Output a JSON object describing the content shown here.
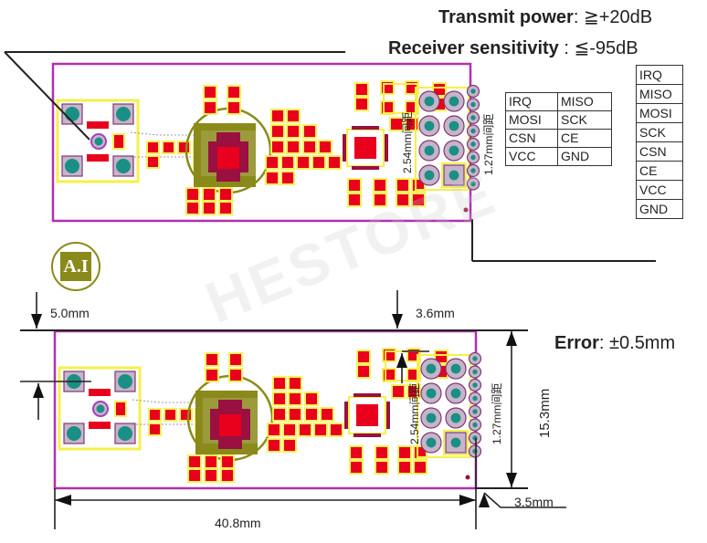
{
  "specs": {
    "transmit_power": {
      "label": "Transmit power",
      "sep": ":",
      "value": "≧+20dB"
    },
    "receiver_sensitivity": {
      "label": "Receiver sensitivity",
      "sep": ":",
      "value": "≦-95dB"
    },
    "error": {
      "label": "Error",
      "sep": ":",
      "value": "±0.5mm"
    }
  },
  "pinout_2x4": [
    [
      "IRQ",
      "MISO"
    ],
    [
      "MOSI",
      "SCK"
    ],
    [
      "CSN",
      "CE"
    ],
    [
      "VCC",
      "GND"
    ]
  ],
  "pinout_1x8": [
    "IRQ",
    "MISO",
    "MOSI",
    "SCK",
    "CSN",
    "CE",
    "VCC",
    "GND"
  ],
  "header_labels": {
    "pitch_254": "2.54mm间距",
    "pitch_127": "1.27mm间距"
  },
  "dimensions": {
    "top_offset_left": "5.0mm",
    "top_offset_right": "3.6mm",
    "height": "15.3mm",
    "width": "40.8mm",
    "corner_offset": "3.5mm"
  },
  "logo": {
    "text": "A.I",
    "color": "#8a8a1a"
  },
  "watermark": "HESTORE",
  "colors": {
    "board_outline": "#b030b0",
    "pad_red": "#e8001c",
    "pad_silk": "#f5f04a",
    "via_teal": "#1a8f86",
    "via_ring": "#c8b4c8",
    "olive": "#8a8a1a"
  }
}
